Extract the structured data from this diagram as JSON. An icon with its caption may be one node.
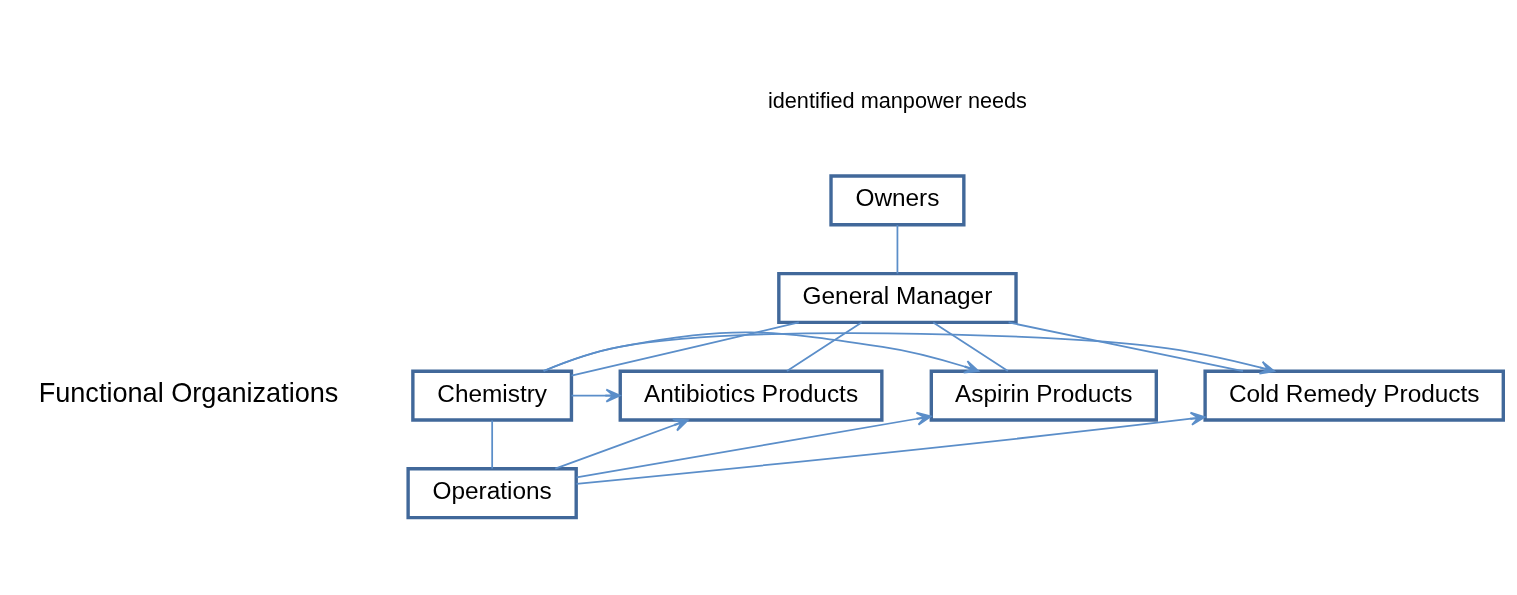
{
  "diagram": {
    "nodes": [
      {
        "text": [
          "Owners"
        ]
      },
      {
        "text": [
          "General Manager"
        ]
      },
      {
        "text": [
          "Antibiotics Products"
        ]
      },
      {
        "text": [
          "Aspirin Products"
        ]
      },
      {
        "text": [
          "Cold Remedy Products"
        ]
      },
      {
        "text": [
          "Chemistry"
        ]
      },
      {
        "text": [
          "Operations"
        ]
      }
    ],
    "edges": [
      {
        "from": 0,
        "to": 1,
        "arrow": "none"
      },
      {
        "from": 1,
        "to": 2,
        "arrow": "none"
      },
      {
        "from": 1,
        "to": 3,
        "arrow": "none"
      },
      {
        "from": 1,
        "to": 4,
        "arrow": "none"
      },
      {
        "from": 1,
        "to": 5,
        "arrow": "none"
      },
      {
        "from": 5,
        "to": 6,
        "arrow": "none"
      },
      {
        "from": 5,
        "to": 2,
        "arrow": "to"
      },
      {
        "from": 5,
        "to": 3,
        "arrow": "to"
      },
      {
        "from": 5,
        "to": 4,
        "arrow": "to"
      },
      {
        "from": 6,
        "to": 2,
        "arrow": "to"
      },
      {
        "from": 6,
        "to": 3,
        "arrow": "to"
      },
      {
        "from": 6,
        "to": 4,
        "arrow": "to"
      }
    ],
    "labels": [
      "identified manpower needs",
      "Functional Organizations"
    ]
  }
}
